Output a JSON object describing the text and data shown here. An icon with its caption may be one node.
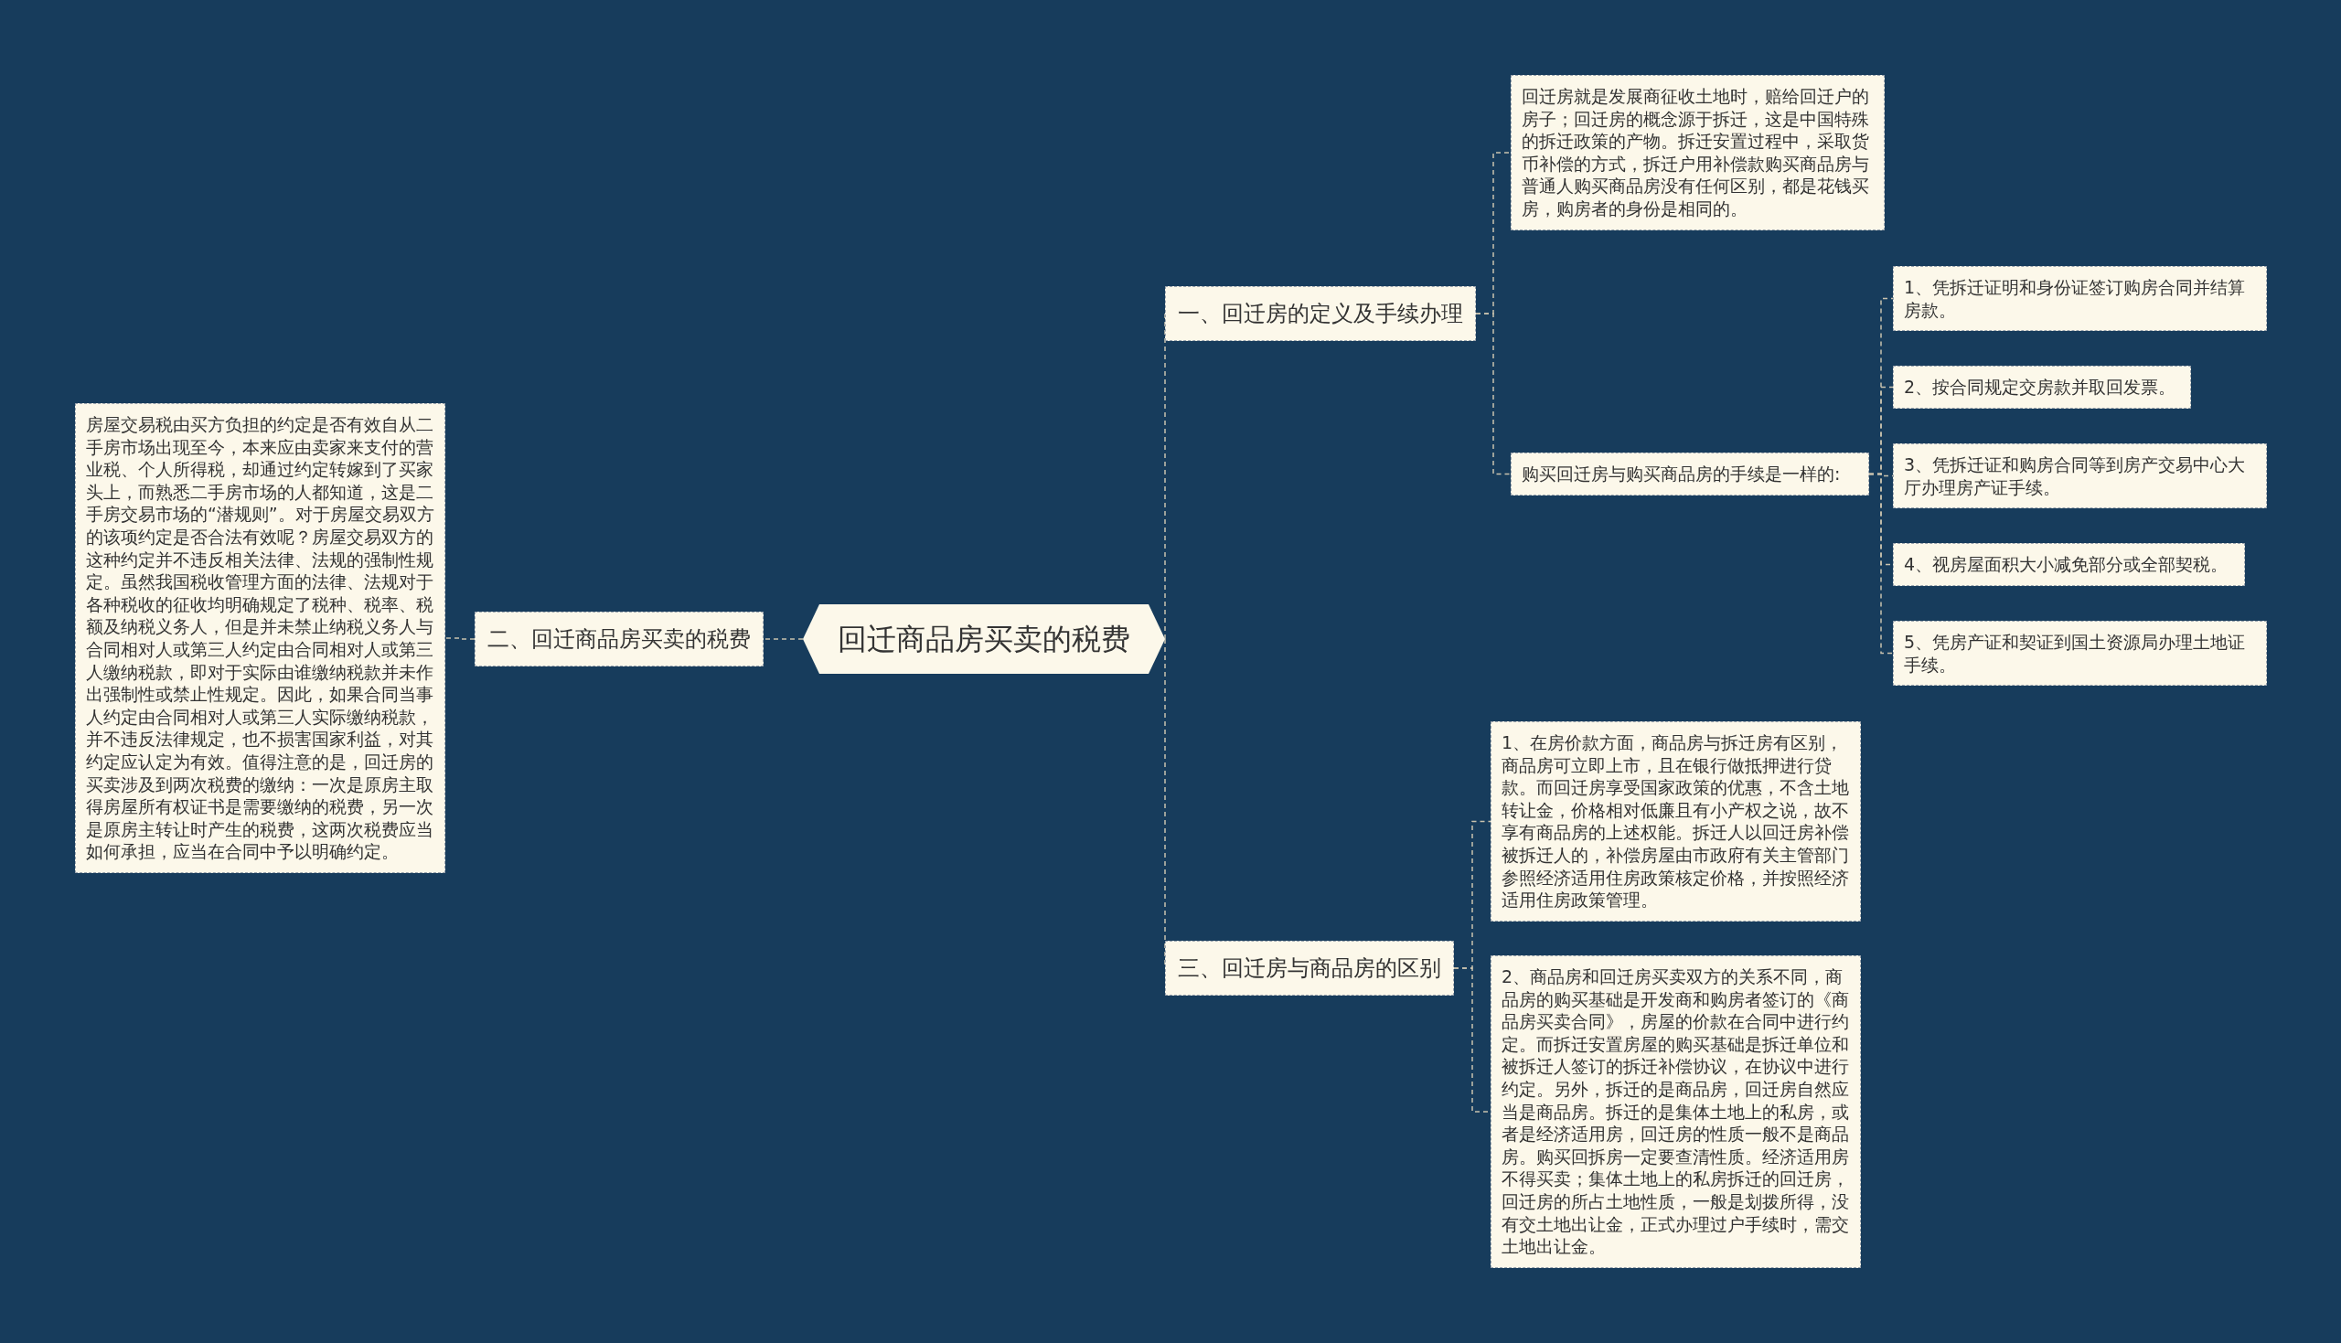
{
  "diagram": {
    "nodes": [
      {
        "text": [
          "回迁商品房买卖的税费"
        ]
      },
      {
        "text": [
          "一、回迁房的定义及手续办理"
        ]
      },
      {
        "text": [
          "回迁房就是发展商征收土地时，赔给回迁户的房子；回迁房的概念源于拆迁，这是中国特殊的拆迁政策的产物。拆迁安置过程中，采取货币补偿的方式，拆迁户用补偿款购买商品房与普通人购买商品房没有任何区别，都是花钱买房，购房者的身份是相同的。"
        ]
      },
      {
        "text": [
          "购买回迁房与购买商品房的手续是一样的:"
        ]
      },
      {
        "text": [
          "1、凭拆迁证明和身份证签订购房合同并结算房款。"
        ]
      },
      {
        "text": [
          "2、按合同规定交房款并取回发票。"
        ]
      },
      {
        "text": [
          "3、凭拆迁证和购房合同等到房产交易中心大厅办理房产证手续。"
        ]
      },
      {
        "text": [
          "4、视房屋面积大小减免部分或全部契税。"
        ]
      },
      {
        "text": [
          "5、凭房产证和契证到国土资源局办理土地证手续。"
        ]
      },
      {
        "text": [
          "二、回迁商品房买卖的税费"
        ]
      },
      {
        "text": [
          "房屋交易税由买方负担的约定是否有效自从二手房市场出现至今，本来应由卖家来支付的营业税、个人所得税，却通过约定转嫁到了买家头上，而熟悉二手房市场的人都知道，这是二手房交易市场的“潜规则”。对于房屋交易双方的该项约定是否合法有效呢？房屋交易双方的这种约定并不违反相关法律、法规的强制性规定。虽然我国税收管理方面的法律、法规对于各种税收的征收均明确规定了税种、税率、税额及纳税义务人，但是并未禁止纳税义务人与合同相对人或第三人约定由合同相对人或第三人缴纳税款，即对于实际由谁缴纳税款并未作出强制性或禁止性规定。因此，如果合同当事人约定由合同相对人或第三人实际缴纳税款，并不违反法律规定，也不损害国家利益，对其约定应认定为有效。值得注意的是，回迁房的买卖涉及到两次税费的缴纳：一次是原房主取得房屋所有权证书是需要缴纳的税费，另一次是原房主转让时产生的税费，这两次税费应当如何承担，应当在合同中予以明确约定。"
        ]
      },
      {
        "text": [
          "三、回迁房与商品房的区别"
        ]
      },
      {
        "text": [
          "1、在房价款方面，商品房与拆迁房有区别，商品房可立即上市，且在银行做抵押进行贷款。而回迁房享受国家政策的优惠，不含土地转让金，价格相对低廉且有小产权之说，故不享有商品房的上述权能。拆迁人以回迁房补偿被拆迁人的，补偿房屋由市政府有关主管部门参照经济适用住房政策核定价格，并按照经济适用住房政策管理。"
        ]
      },
      {
        "text": [
          "2、商品房和回迁房买卖双方的关系不同，商品房的购买基础是开发商和购房者签订的《商品房买卖合同》，房屋的价款在合同中进行约定。而拆迁安置房屋的购买基础是拆迁单位和被拆迁人签订的拆迁补偿协议，在协议中进行约定。另外，拆迁的是商品房，回迁房自然应当是商品房。拆迁的是集体土地上的私房，或者是经济适用房，回迁房的性质一般不是商品房。购买回拆房一定要查清性质。经济适用房不得买卖；集体土地上的私房拆迁的回迁房，回迁房的所占土地性质，一般是划拨所得，没有交土地出让金，正式办理过户手续时，需交土地出让金。"
        ]
      }
    ],
    "edges": [
      {
        "from": 0,
        "to": 1,
        "arrow": "none"
      },
      {
        "from": 1,
        "to": 2,
        "arrow": "none"
      },
      {
        "from": 1,
        "to": 3,
        "arrow": "none"
      },
      {
        "from": 3,
        "to": 4,
        "arrow": "none"
      },
      {
        "from": 3,
        "to": 5,
        "arrow": "none"
      },
      {
        "from": 3,
        "to": 6,
        "arrow": "none"
      },
      {
        "from": 3,
        "to": 7,
        "arrow": "none"
      },
      {
        "from": 3,
        "to": 8,
        "arrow": "none"
      },
      {
        "from": 0,
        "to": 9,
        "arrow": "none"
      },
      {
        "from": 9,
        "to": 10,
        "arrow": "none"
      },
      {
        "from": 0,
        "to": 11,
        "arrow": "none"
      },
      {
        "from": 11,
        "to": 12,
        "arrow": "none"
      },
      {
        "from": 11,
        "to": 13,
        "arrow": "none"
      }
    ]
  }
}
